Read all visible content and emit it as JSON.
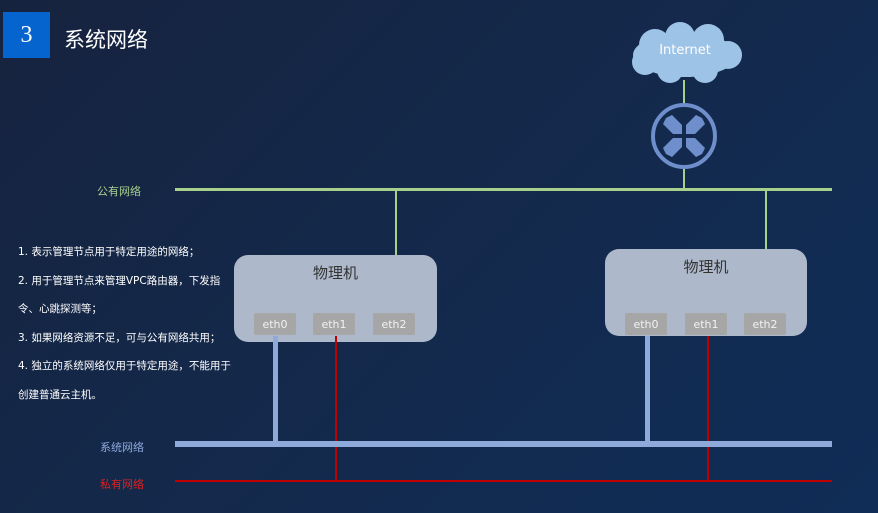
{
  "slide": {
    "number": "3",
    "title": "系统网络"
  },
  "cloud": {
    "label": "Internet"
  },
  "networks": {
    "public": "公有网络",
    "system": "系统网络",
    "private": "私有网络"
  },
  "notes": [
    "1. 表示管理节点用于特定用途的网络；",
    "2. 用于管理节点来管理VPC路由器，下发指令、心跳探测等；",
    "3. 如果网络资源不足，可与公有网络共用；",
    "4. 独立的系统网络仅用于特定用途，不能用于创建普通云主机。"
  ],
  "hosts": [
    {
      "title": "物理机",
      "nics": [
        "eth0",
        "eth1",
        "eth2"
      ]
    },
    {
      "title": "物理机",
      "nics": [
        "eth0",
        "eth1",
        "eth2"
      ]
    }
  ],
  "colors": {
    "public": "#a8d08d",
    "system": "#8eaadb",
    "private": "#c00000",
    "accent": "#0664cf"
  }
}
